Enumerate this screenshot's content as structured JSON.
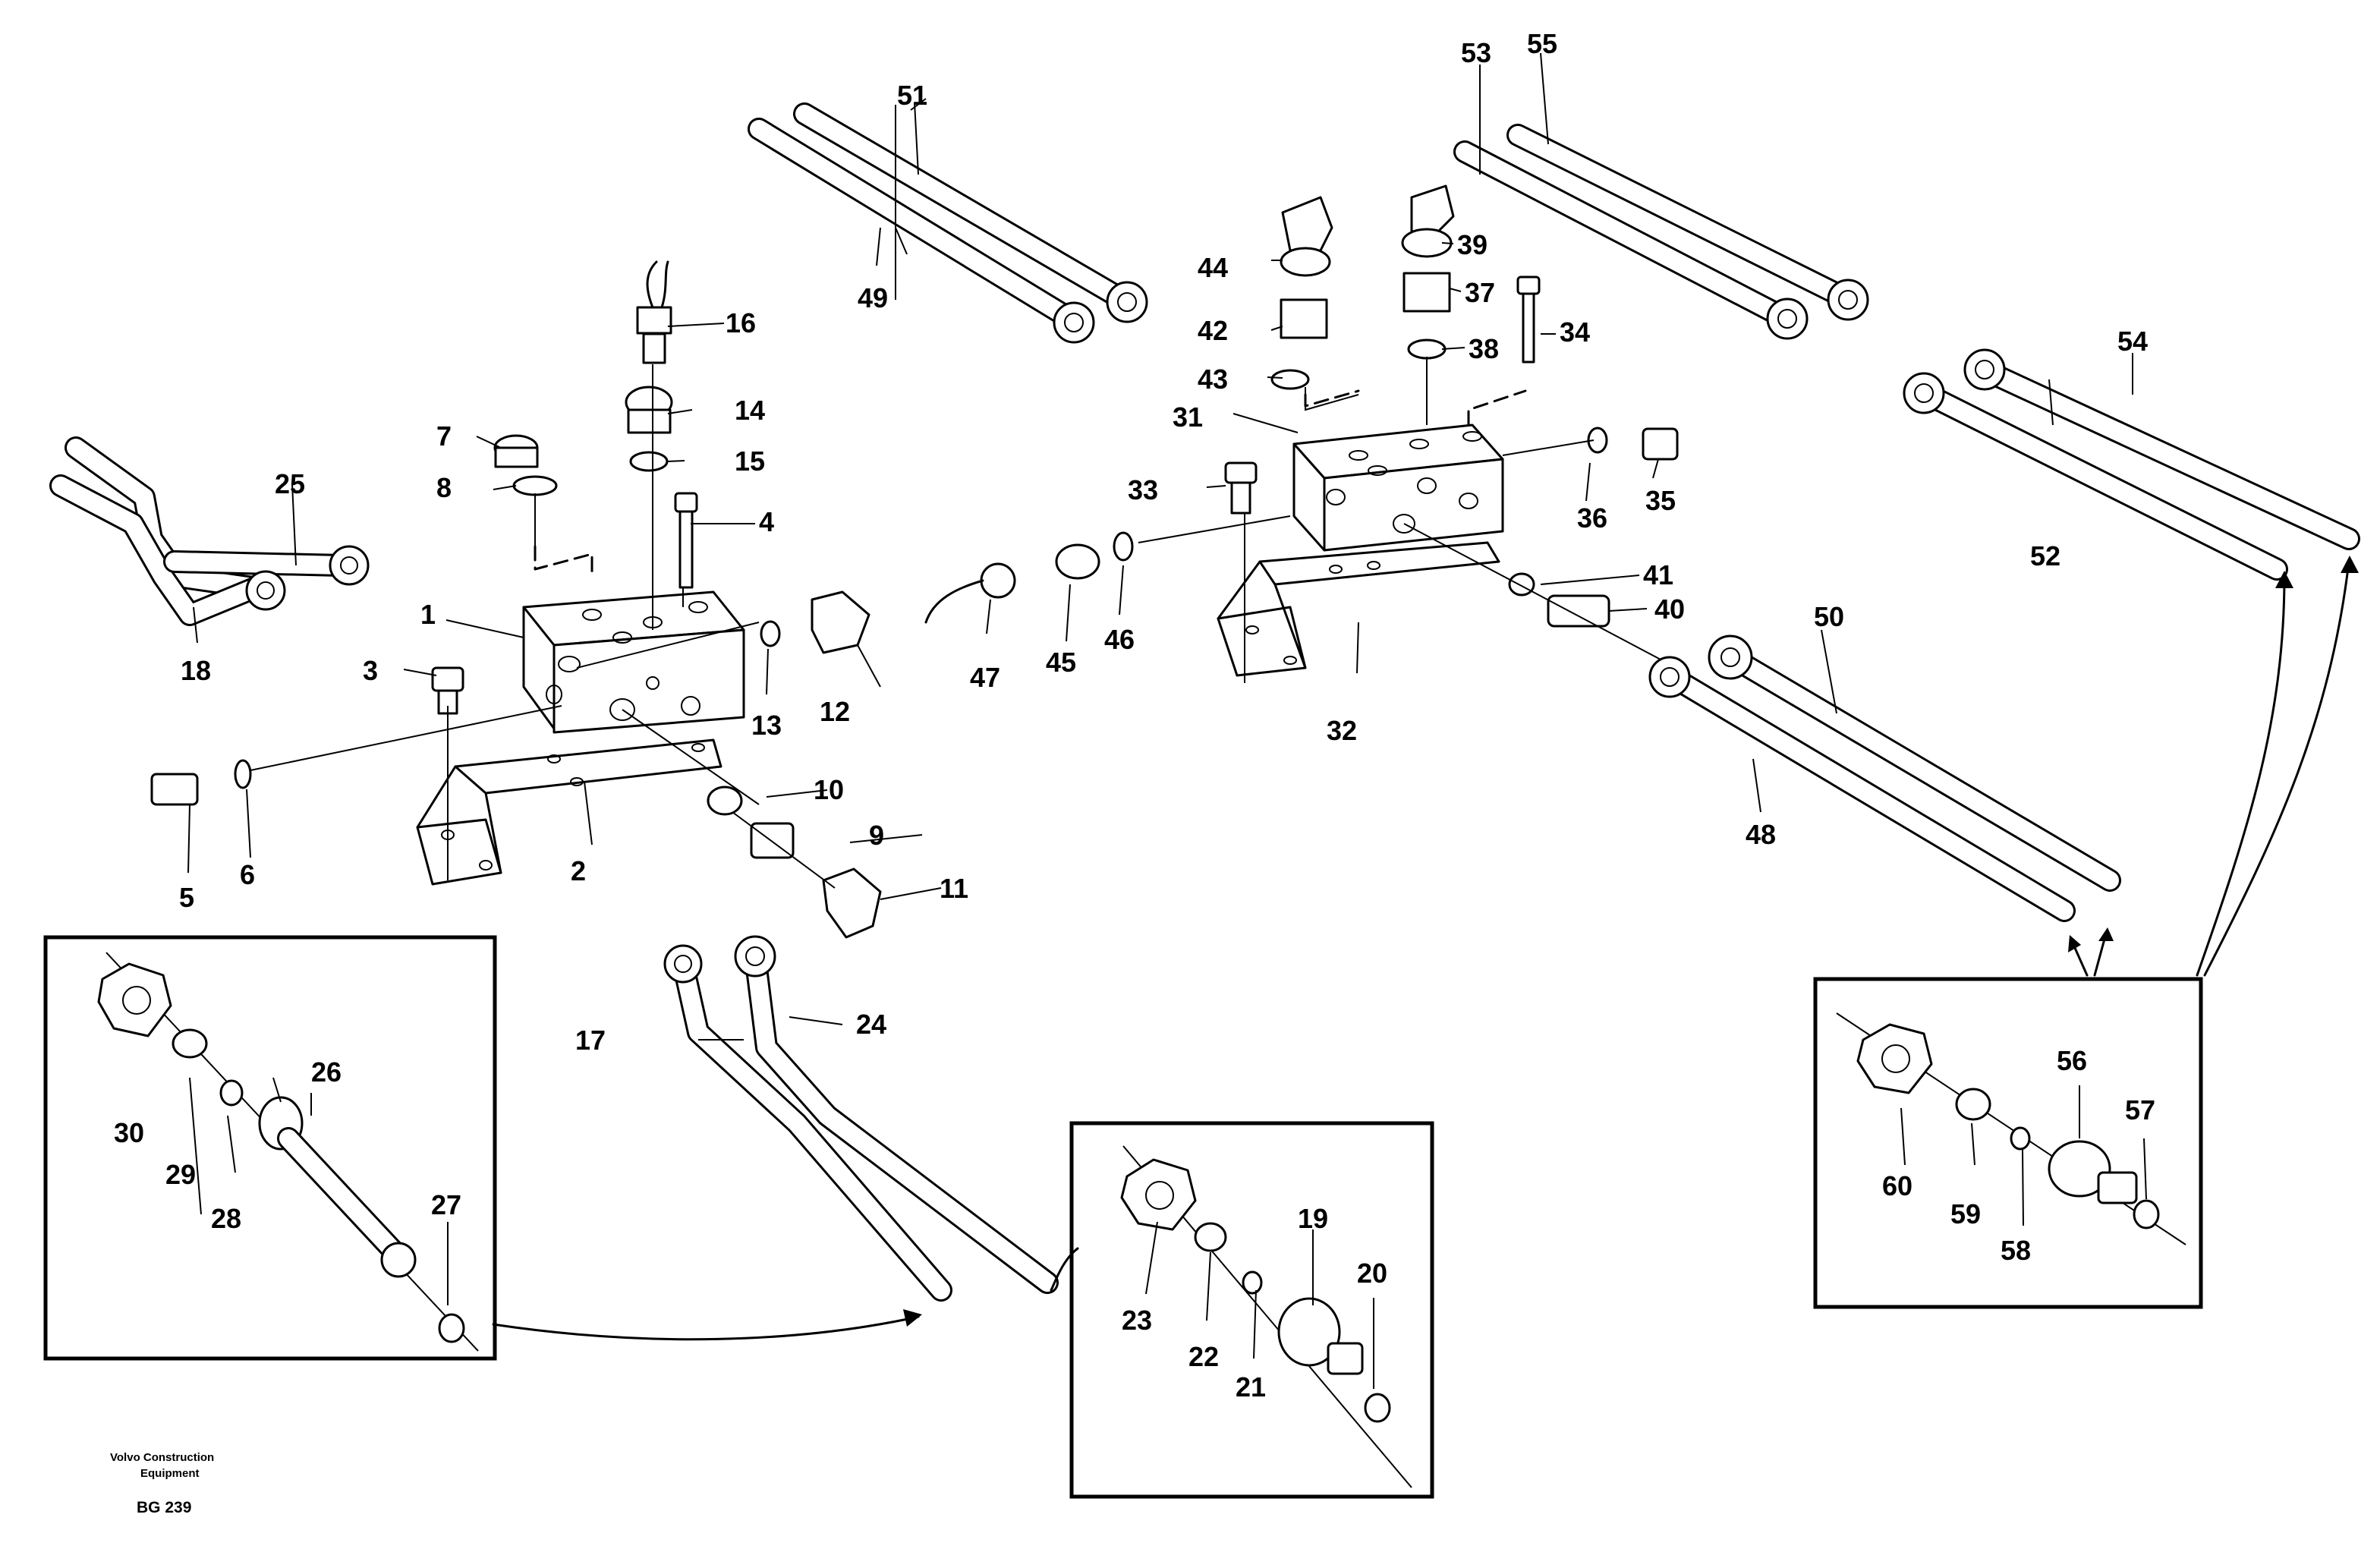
{
  "footer": {
    "company_line1": "Volvo Construction",
    "company_line2": "Equipment",
    "code": "BG 239"
  },
  "labels": {
    "n1": "1",
    "n2": "2",
    "n3": "3",
    "n4": "4",
    "n5": "5",
    "n6": "6",
    "n7": "7",
    "n8": "8",
    "n9": "9",
    "n10": "10",
    "n11": "11",
    "n12": "12",
    "n13": "13",
    "n14": "14",
    "n15": "15",
    "n16": "16",
    "n17": "17",
    "n18": "18",
    "n19": "19",
    "n20": "20",
    "n21": "21",
    "n22": "22",
    "n23": "23",
    "n24": "24",
    "n25": "25",
    "n26": "26",
    "n27": "27",
    "n28": "28",
    "n29": "29",
    "n30": "30",
    "n31": "31",
    "n32": "32",
    "n33": "33",
    "n34": "34",
    "n35": "35",
    "n36": "36",
    "n37": "37",
    "n38": "38",
    "n39": "39",
    "n40": "40",
    "n41": "41",
    "n42": "42",
    "n43": "43",
    "n44": "44",
    "n45": "45",
    "n46": "46",
    "n47": "47",
    "n48": "48",
    "n49": "49",
    "n50": "50",
    "n51": "51",
    "n52": "52",
    "n53": "53",
    "n54": "54",
    "n55": "55",
    "n56": "56",
    "n57": "57",
    "n58": "58",
    "n59": "59",
    "n60": "60"
  }
}
